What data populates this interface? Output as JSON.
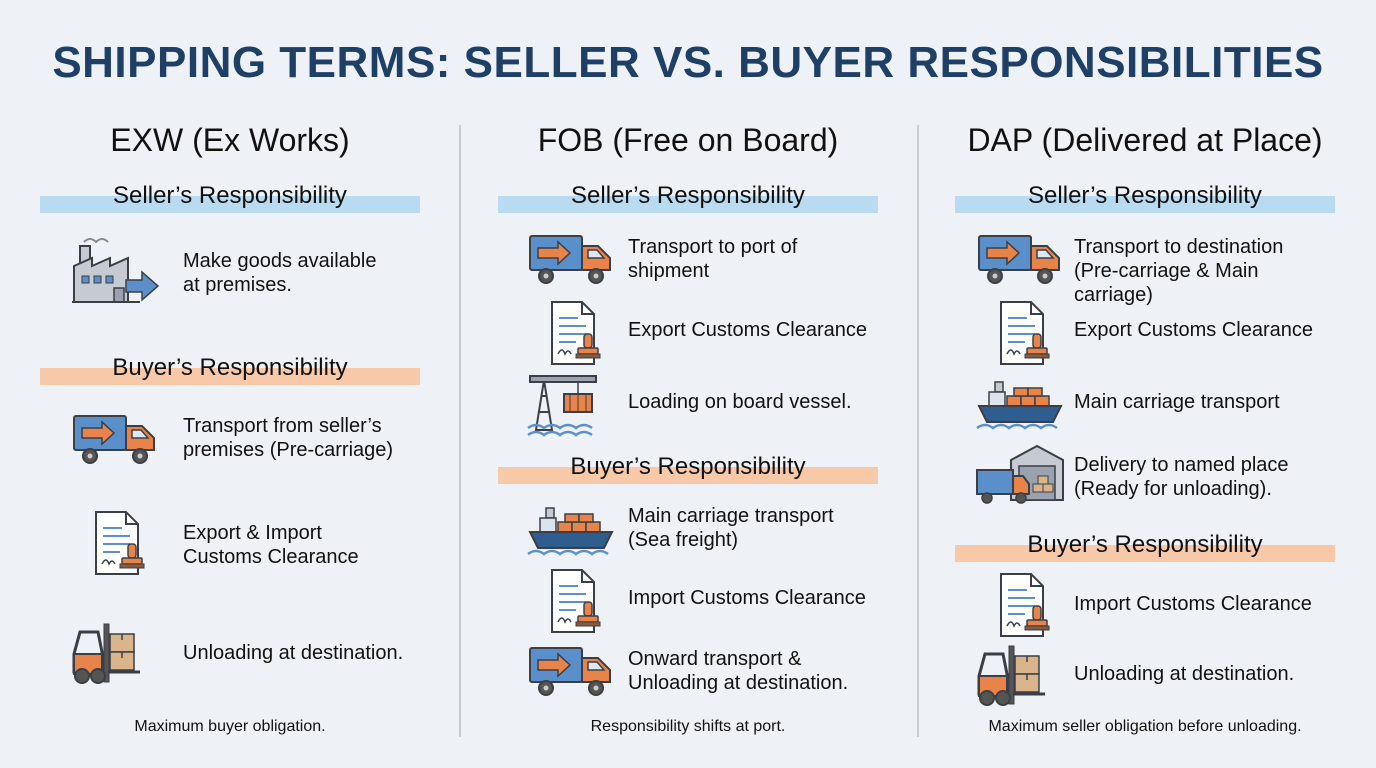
{
  "title": "SHIPPING TERMS: SELLER VS. BUYER RESPONSIBILITIES",
  "columns": [
    {
      "name": "EXW (Ex Works)",
      "seller_label": "Seller’s Responsibility",
      "seller_items": [
        {
          "icon": "factory-icon",
          "text": "Make goods available\nat premises."
        }
      ],
      "buyer_label": "Buyer’s Responsibility",
      "buyer_items": [
        {
          "icon": "truck-icon",
          "text": "Transport from seller’s\npremises (Pre-carriage)"
        },
        {
          "icon": "customs-document-icon",
          "text": "Export & Import\nCustoms Clearance"
        },
        {
          "icon": "forklift-icon",
          "text": "Unloading at destination."
        }
      ],
      "footer": "Maximum buyer obligation."
    },
    {
      "name": "FOB (Free on Board)",
      "seller_label": "Seller’s Responsibility",
      "seller_items": [
        {
          "icon": "truck-icon",
          "text": "Transport to port of\nshipment"
        },
        {
          "icon": "customs-document-icon",
          "text": "Export Customs Clearance"
        },
        {
          "icon": "crane-icon",
          "text": "Loading on board vessel."
        }
      ],
      "buyer_label": "Buyer’s Responsibility",
      "buyer_items": [
        {
          "icon": "cargo-ship-icon",
          "text": "Main carriage transport\n(Sea freight)"
        },
        {
          "icon": "customs-document-icon",
          "text": "Import Customs Clearance"
        },
        {
          "icon": "truck-icon",
          "text": "Onward transport &\nUnloading at destination."
        }
      ],
      "footer": "Responsibility shifts at port."
    },
    {
      "name": "DAP (Delivered at Place)",
      "seller_label": "Seller’s Responsibility",
      "seller_items": [
        {
          "icon": "truck-icon",
          "text": "Transport to destination\n(Pre-carriage & Main carriage)"
        },
        {
          "icon": "customs-document-icon",
          "text": "Export Customs Clearance"
        },
        {
          "icon": "cargo-ship-icon",
          "text": "Main carriage transport"
        },
        {
          "icon": "warehouse-delivery-icon",
          "text": "Delivery to named place\n(Ready for unloading)."
        }
      ],
      "buyer_label": "Buyer’s Responsibility",
      "buyer_items": [
        {
          "icon": "customs-document-icon",
          "text": "Import Customs Clearance"
        },
        {
          "icon": "forklift-icon",
          "text": "Unloading at destination."
        }
      ],
      "footer": "Maximum seller obligation before unloading."
    }
  ],
  "colors": {
    "title": "#1e3f66",
    "seller_band": "#b9dbf1",
    "buyer_band": "#f7c9a8",
    "truck_blue": "#5b8fc9",
    "accent_orange": "#e8844a",
    "outline": "#3a3f47"
  }
}
